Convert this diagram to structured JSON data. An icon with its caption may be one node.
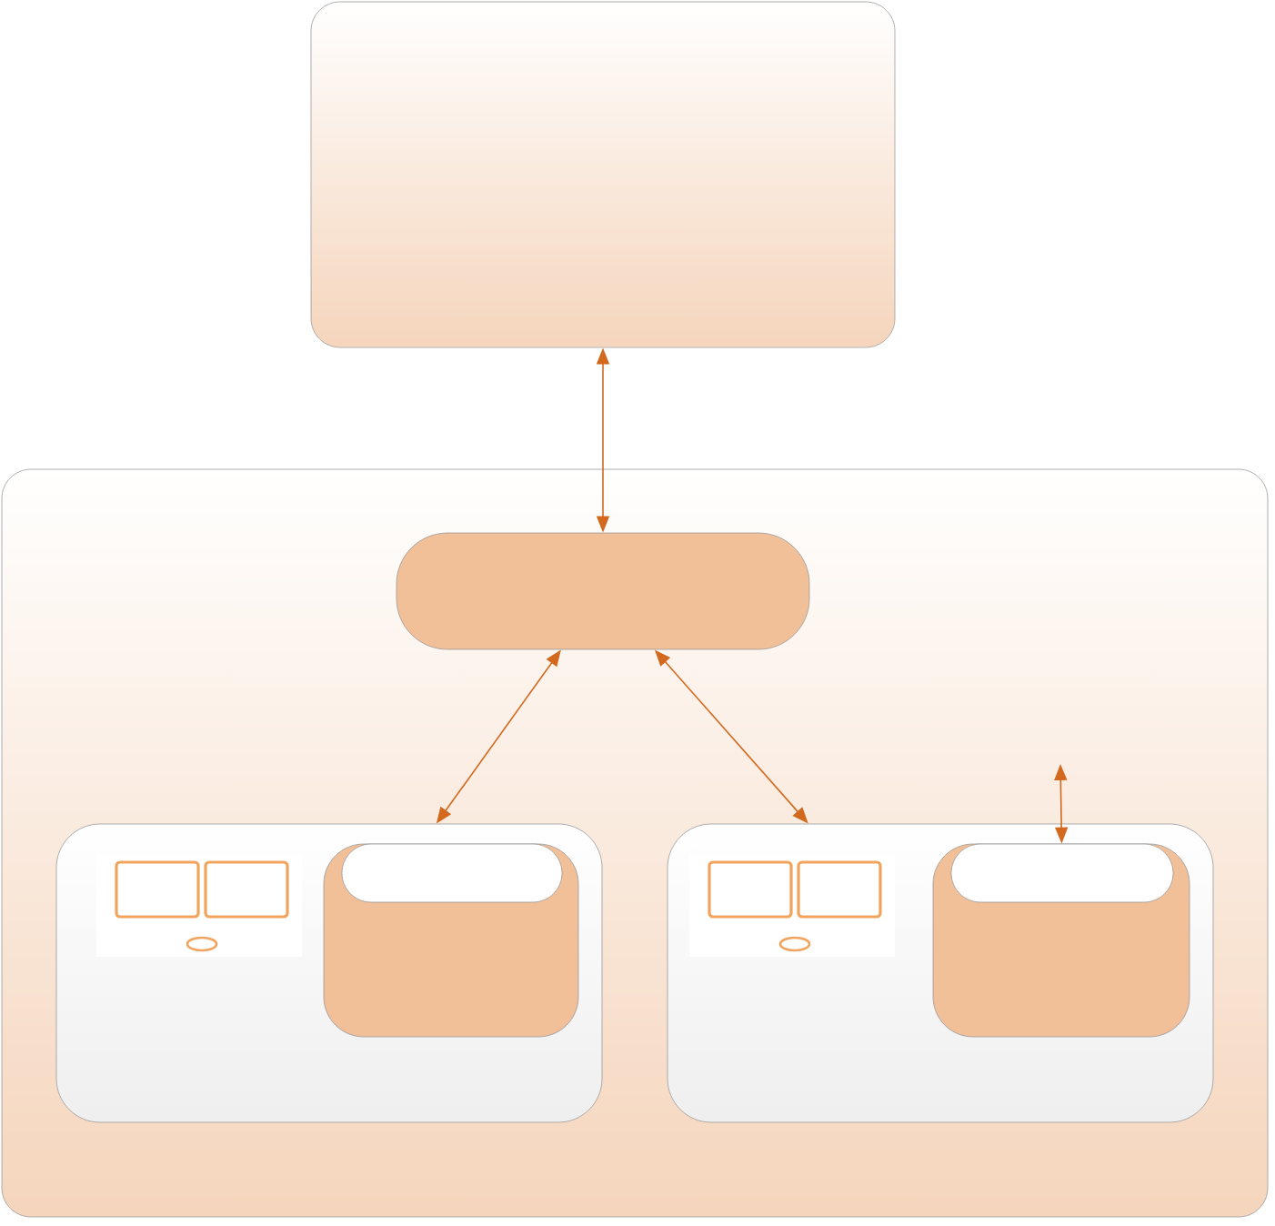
{
  "diagram": {
    "nodes": [
      {
        "text": [],
        "shape": "box"
      },
      {
        "text": [],
        "shape": "box"
      },
      {
        "text": [],
        "shape": "box",
        "in": 1
      },
      {
        "text": [],
        "shape": "box",
        "in": 1
      },
      {
        "text": [],
        "shape": "box",
        "in": 3
      },
      {
        "text": [],
        "shape": "box",
        "in": 4
      },
      {
        "text": [],
        "shape": "box",
        "in": 1
      },
      {
        "text": [],
        "shape": "box",
        "in": 6
      },
      {
        "text": [],
        "shape": "box",
        "in": 7
      }
    ],
    "edges": [
      {
        "from": 0,
        "to": 2,
        "arrow": "both"
      },
      {
        "from": 2,
        "to": 3,
        "arrow": "both"
      },
      {
        "from": 2,
        "to": 6,
        "arrow": "both"
      },
      {
        "from": null,
        "to": 8,
        "arrow": "both"
      }
    ]
  }
}
